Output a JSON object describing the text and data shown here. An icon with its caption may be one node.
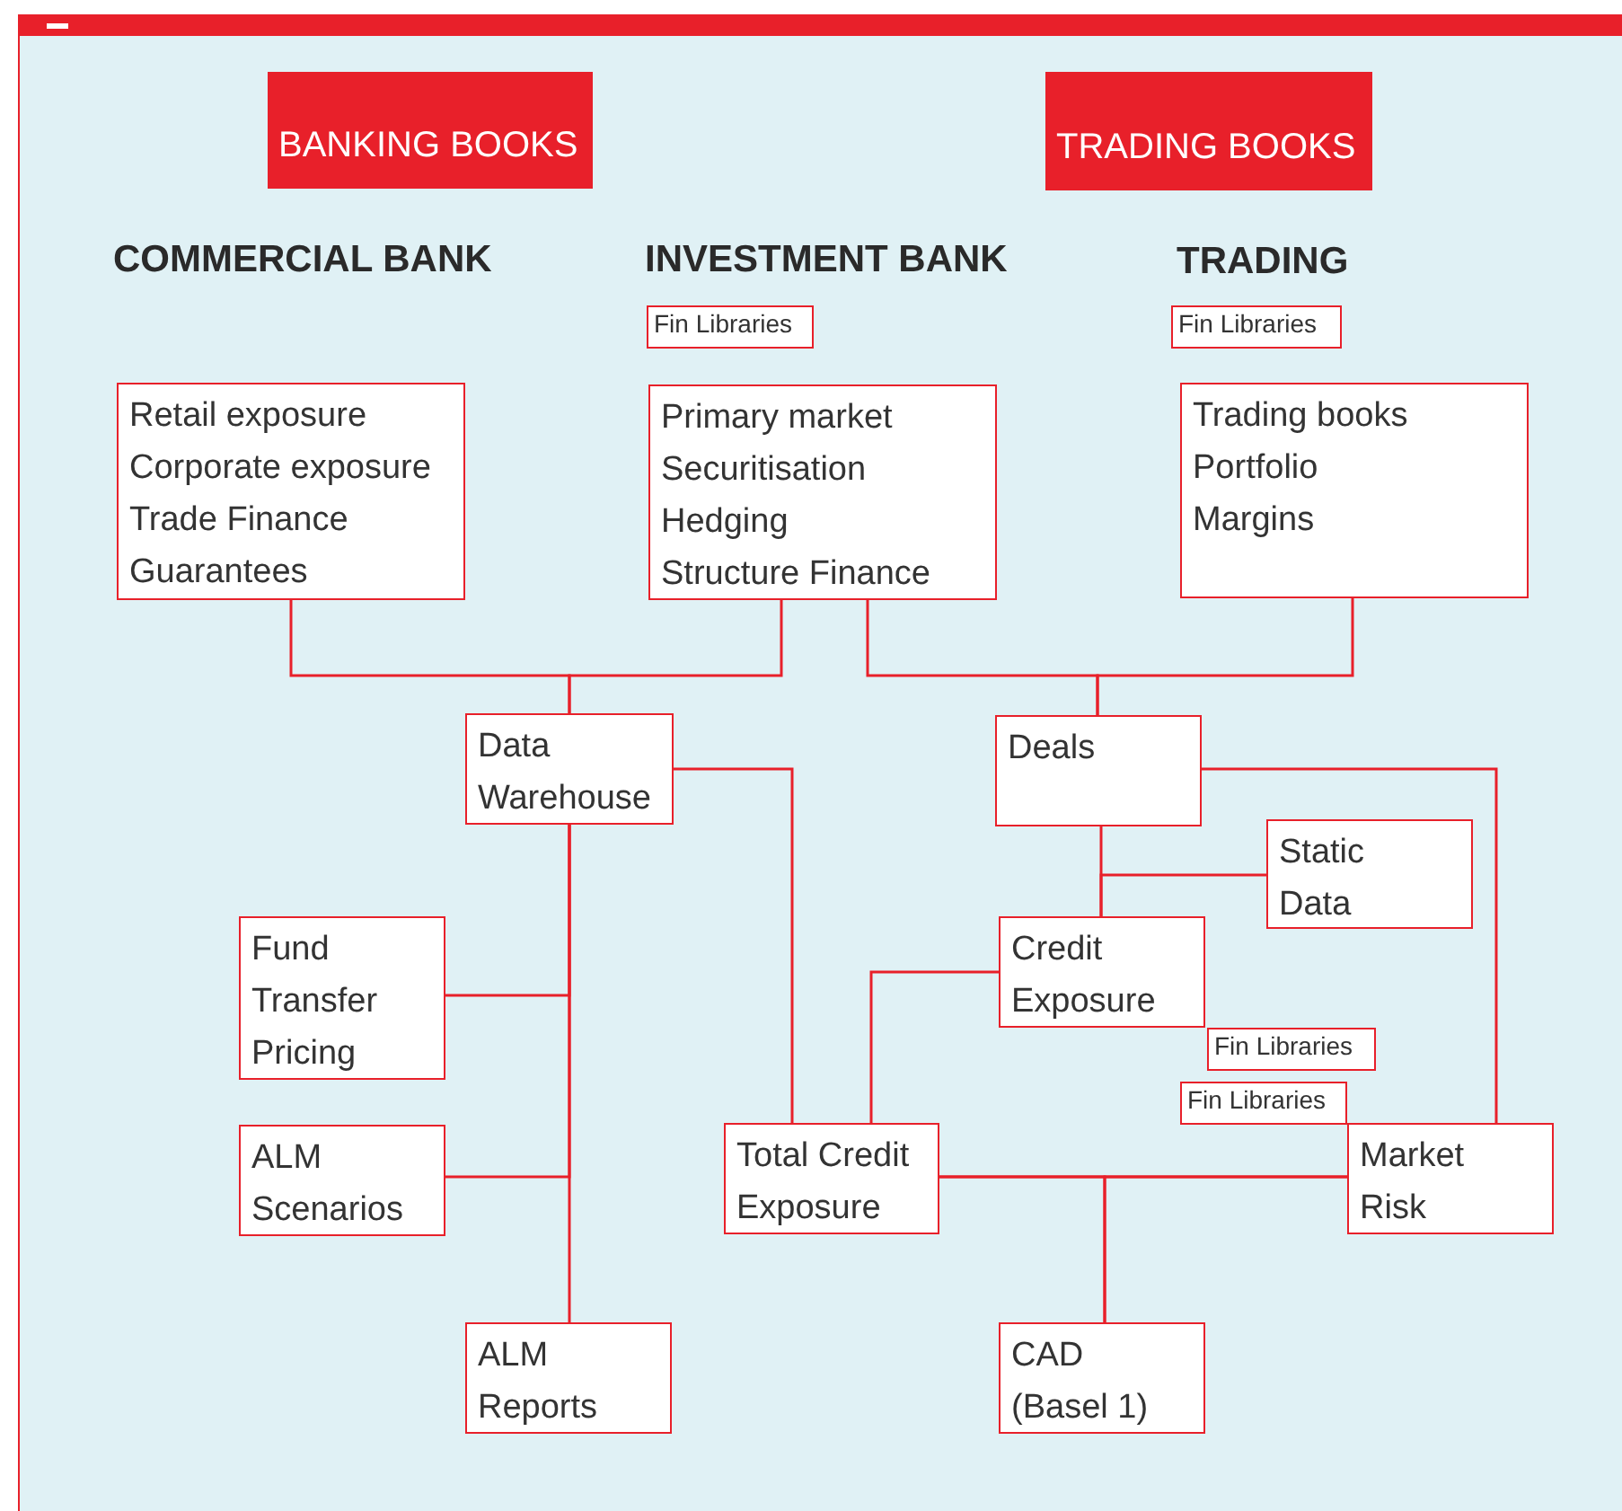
{
  "diagram": {
    "nodes": [
      {
        "text": [
          "BANKING BOOKS"
        ]
      },
      {
        "text": [
          "TRADING BOOKS"
        ]
      },
      {
        "text": [
          "Fin Libraries"
        ]
      },
      {
        "text": [
          "Fin Libraries"
        ]
      },
      {
        "text": [
          "Retail exposure",
          "Corporate exposure",
          "Trade Finance",
          "Guarantees"
        ]
      },
      {
        "text": [
          "Primary market",
          "Securitisation",
          "Hedging",
          "Structure Finance"
        ]
      },
      {
        "text": [
          "Trading books",
          "Portfolio",
          "Margins"
        ]
      },
      {
        "text": [
          "Data Warehouse"
        ]
      },
      {
        "text": [
          "Deals"
        ]
      },
      {
        "text": [
          "Static Data"
        ]
      },
      {
        "text": [
          "Fund Transfer Pricing"
        ]
      },
      {
        "text": [
          "Credit Exposure"
        ]
      },
      {
        "text": [
          "Fin Libraries"
        ]
      },
      {
        "text": [
          "Fin Libraries"
        ]
      },
      {
        "text": [
          "ALM Scenarios"
        ]
      },
      {
        "text": [
          "Total Credit Exposure"
        ]
      },
      {
        "text": [
          "Market Risk"
        ]
      },
      {
        "text": [
          "ALM Reports"
        ]
      },
      {
        "text": [
          "CAD (Basel 1)"
        ]
      }
    ],
    "edges": [
      {
        "from": 4,
        "to": 7,
        "arrow": "none"
      },
      {
        "from": 5,
        "to": 7,
        "arrow": "none"
      },
      {
        "from": 5,
        "to": 8,
        "arrow": "none"
      },
      {
        "from": 6,
        "to": 8,
        "arrow": "none"
      },
      {
        "from": 7,
        "to": 10,
        "arrow": "none"
      },
      {
        "from": 7,
        "to": 14,
        "arrow": "none"
      },
      {
        "from": 7,
        "to": 17,
        "arrow": "none"
      },
      {
        "from": 7,
        "to": 15,
        "arrow": "none"
      },
      {
        "from": 8,
        "to": 16,
        "arrow": "none"
      },
      {
        "from": 8,
        "to": 11,
        "arrow": "none"
      },
      {
        "from": 9,
        "to": 11,
        "arrow": "none"
      },
      {
        "from": 11,
        "to": 15,
        "arrow": "none"
      },
      {
        "from": 15,
        "to": 16,
        "arrow": "none"
      },
      {
        "from": 15,
        "to": 18,
        "arrow": "none"
      },
      {
        "from": 16,
        "to": 18,
        "arrow": "none"
      }
    ],
    "labels": [
      "COMMERCIAL BANK",
      "INVESTMENT BANK",
      "TRADING"
    ]
  }
}
